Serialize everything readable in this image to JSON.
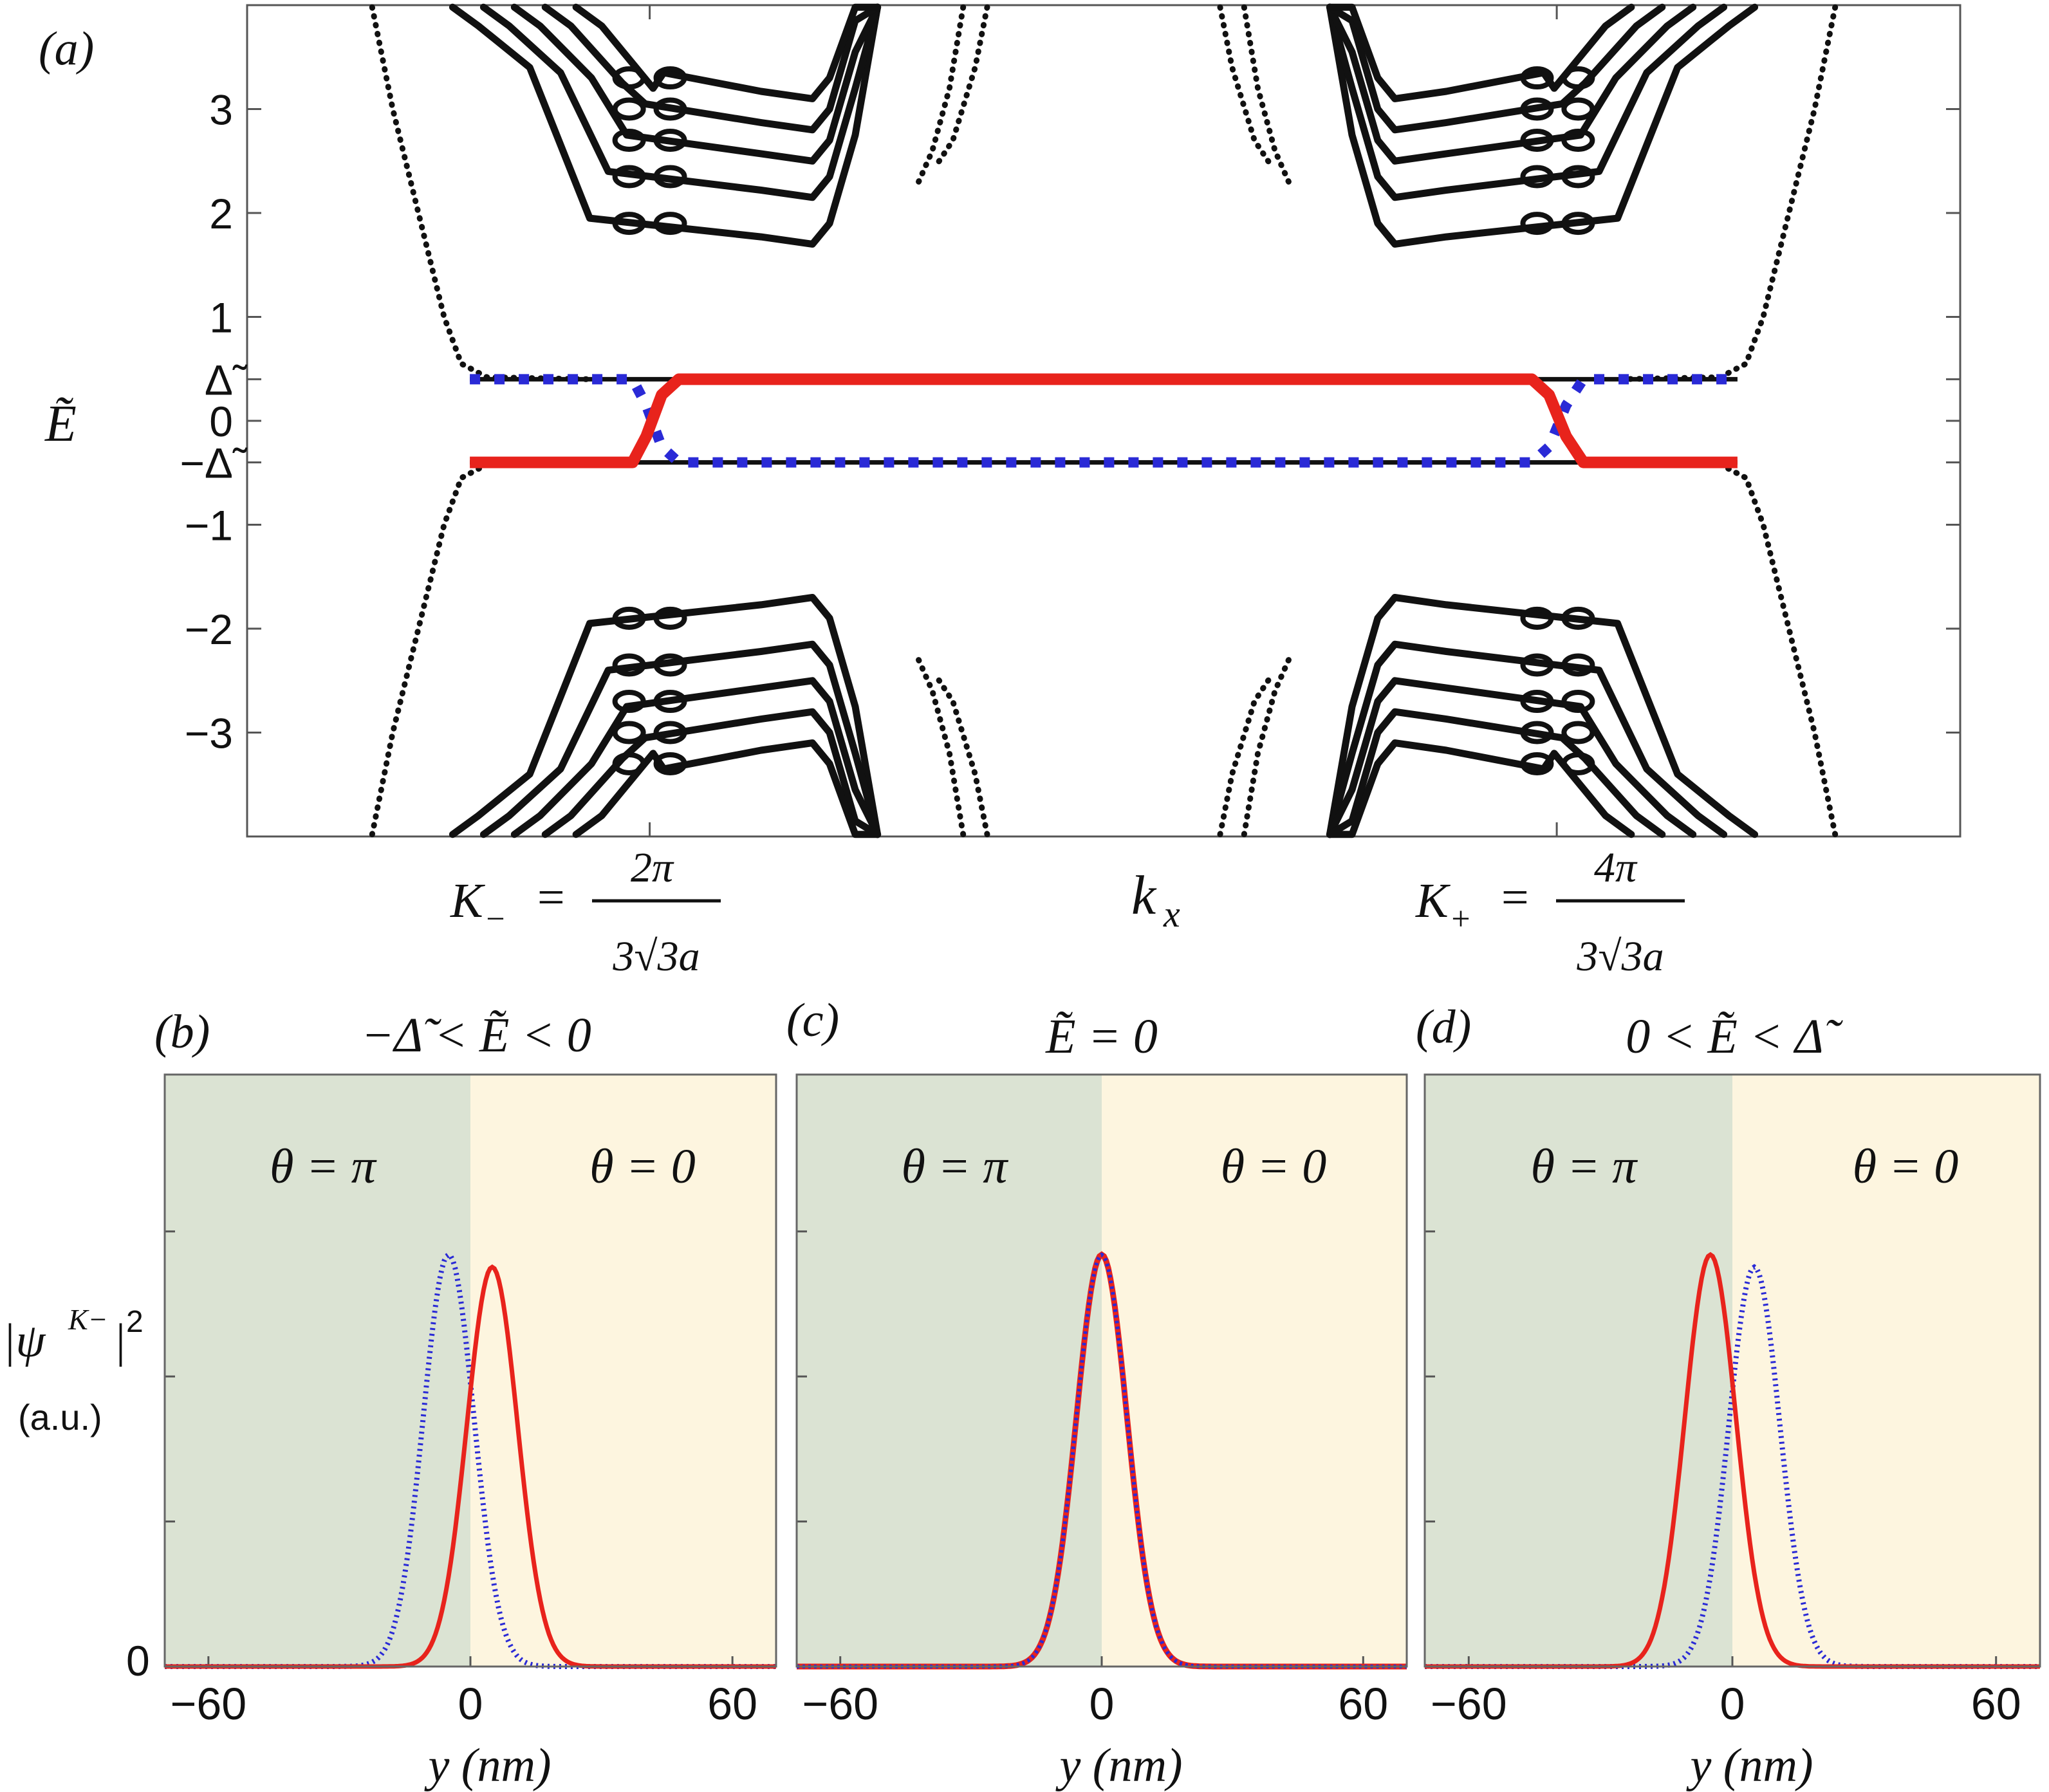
{
  "panel_a": {
    "label": "(a)",
    "ylabel": "Ẽ",
    "ytick_labels": [
      "3",
      "2",
      "1",
      "Δ̃",
      "0",
      "−Δ̃",
      "−1",
      "−2",
      "−3"
    ],
    "xlabel": "k",
    "xlabel_sub": "x",
    "k_minus": {
      "label": "K",
      "sub": "−",
      "eq": "=",
      "num": "2π",
      "den": "3√3a"
    },
    "k_plus": {
      "label": "K",
      "sub": "+",
      "eq": "=",
      "num": "4π",
      "den": "3√3a"
    }
  },
  "panel_b": {
    "label": "(b)",
    "title": "−Δ̃ < Ẽ < 0",
    "left_region": "θ = π",
    "right_region": "θ = 0"
  },
  "panel_c": {
    "label": "(c)",
    "title": "Ẽ = 0",
    "left_region": "θ = π",
    "right_region": "θ = 0"
  },
  "panel_d": {
    "label": "(d)",
    "title": "0 < Ẽ < Δ̃",
    "left_region": "θ = π",
    "right_region": "θ = 0"
  },
  "bottom_axes": {
    "ylabel": "|ψ",
    "ylabel_sup": "K−",
    "ylabel_tail": "|",
    "ylabel_exp": "2",
    "ylabel_unit": "(a.u.)",
    "ytick_zero": "0",
    "xlabel": "y (nm)",
    "xticks": [
      "−60",
      "0",
      "60"
    ]
  },
  "colors": {
    "bulk_bands": "#111111",
    "red_edge": "#e8231c",
    "blue_edge": "#2a2ad6",
    "region_pi": "#dbe3d3",
    "region_zero": "#fdf5df"
  },
  "chart_data": [
    {
      "type": "line",
      "panel": "a",
      "ylim": [
        -4,
        4
      ],
      "delta": 0.4,
      "yticks": [
        3,
        2,
        1,
        0.4,
        0,
        -0.4,
        -1,
        -2,
        -3
      ],
      "kx_special": [
        "K−",
        "K+"
      ],
      "series": [
        {
          "points": [
            [
              0.13,
              0.4
            ],
            [
              0.225,
              0.4
            ],
            [
              0.233,
              0.15
            ],
            [
              0.242,
              -0.25
            ],
            [
              0.252,
              -0.4
            ],
            [
              0.75,
              -0.4
            ],
            [
              0.76,
              -0.25
            ],
            [
              0.77,
              0.15
            ],
            [
              0.78,
              0.4
            ],
            [
              0.87,
              0.4
            ]
          ]
        },
        {
          "points": [
            [
              0.13,
              -0.4
            ],
            [
              0.225,
              -0.4
            ],
            [
              0.233,
              -0.15
            ],
            [
              0.242,
              0.25
            ],
            [
              0.252,
              0.4
            ],
            [
              0.75,
              0.4
            ],
            [
              0.76,
              0.25
            ],
            [
              0.77,
              -0.15
            ],
            [
              0.78,
              -0.4
            ],
            [
              0.87,
              -0.4
            ]
          ]
        }
      ],
      "grid": false
    },
    {
      "type": "line",
      "panel": "b",
      "xlim": [
        -70,
        70
      ],
      "xticks": [
        -60,
        0,
        60
      ],
      "series": [
        {
          "center": -5,
          "width": 5.8,
          "peak": 1.0
        },
        {
          "center": 5,
          "width": 5.8,
          "peak": 0.97
        }
      ]
    },
    {
      "type": "line",
      "panel": "c",
      "xlim": [
        -70,
        70
      ],
      "xticks": [
        -60,
        0,
        60
      ],
      "series": [
        {
          "center": 0,
          "width": 5.8,
          "peak": 1.0
        },
        {
          "center": 0,
          "width": 5.8,
          "peak": 1.0
        }
      ]
    },
    {
      "type": "line",
      "panel": "d",
      "xlim": [
        -70,
        70
      ],
      "xticks": [
        -60,
        0,
        60
      ],
      "series": [
        {
          "center": 5,
          "width": 5.8,
          "peak": 0.97
        },
        {
          "center": -5,
          "width": 5.8,
          "peak": 1.0
        }
      ]
    }
  ]
}
